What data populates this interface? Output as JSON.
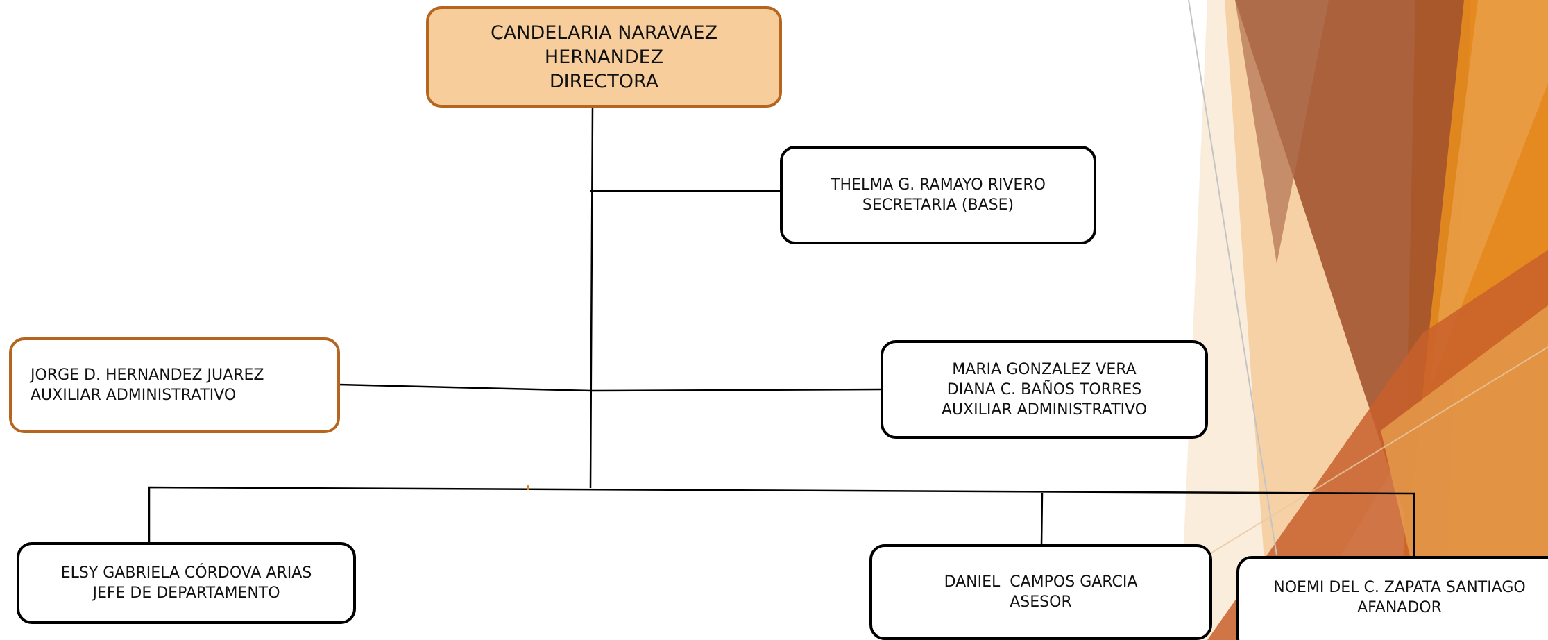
{
  "org_chart": {
    "director": {
      "line1": "CANDELARIA NARAVAEZ",
      "line2": "HERNANDEZ",
      "line3": "DIRECTORA"
    },
    "secretary": {
      "name": "THELMA G. RAMAYO RIVERO",
      "role": "SECRETARIA (BASE)"
    },
    "assistant_left": {
      "name": "JORGE D. HERNANDEZ JUAREZ",
      "role": "AUXILIAR ADMINISTRATIVO"
    },
    "assistants_right": {
      "name1": "MARIA GONZALEZ VERA",
      "name2": "DIANA C. BAÑOS TORRES",
      "role": "AUXILIAR ADMINISTRATIVO"
    },
    "department_head": {
      "name": "ELSY GABRIELA CÓRDOVA ARIAS",
      "role": "JEFE DE DEPARTAMENTO"
    },
    "advisor": {
      "name": "DANIEL  CAMPOS GARCIA",
      "role": "ASESOR"
    },
    "janitor": {
      "name": "NOEMI DEL C. ZAPATA SANTIAGO",
      "role": "AFANADOR"
    }
  },
  "colors": {
    "director_fill": "#f7cd9b",
    "accent_border": "#b5651d",
    "line": "#000000",
    "decor_orange": "#e0861f",
    "decor_brown": "#a0522d",
    "decor_peach": "#f3c48f"
  }
}
